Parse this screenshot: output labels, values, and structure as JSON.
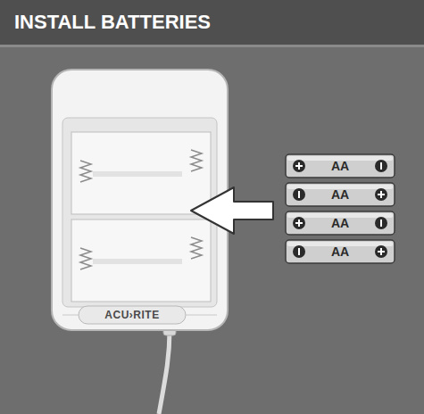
{
  "diagram": {
    "title": "INSTALL BATTERIES",
    "labels": [
      "AA",
      "AA",
      "AA",
      "AA",
      "ACU›RITE"
    ]
  }
}
